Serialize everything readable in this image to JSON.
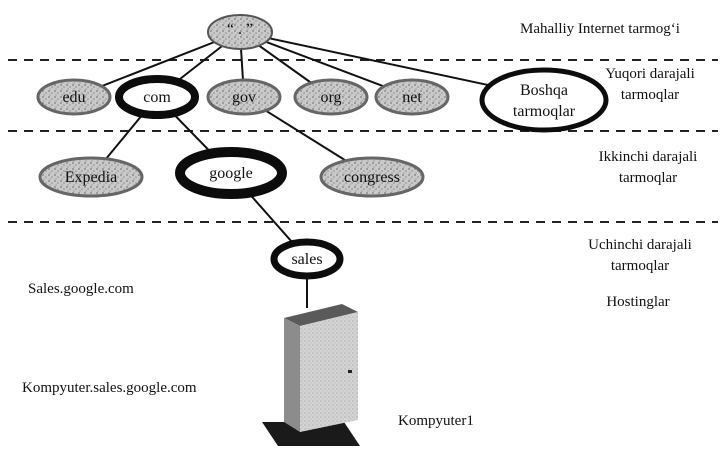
{
  "root": {
    "label": "“ . ”"
  },
  "levels": {
    "local": "Mahalliy Internet tarmog‘i",
    "top": [
      "Yuqori darajali",
      "tarmoqlar"
    ],
    "second": [
      "Ikkinchi darajali",
      "tarmoqlar"
    ],
    "third": [
      "Uchinchi darajali",
      "tarmoqlar"
    ],
    "hosts": "Hostinglar"
  },
  "top_domains": [
    {
      "label": "edu"
    },
    {
      "label": "com"
    },
    {
      "label": "gov"
    },
    {
      "label": "org"
    },
    {
      "label": "net"
    },
    {
      "label": [
        "Boshqa",
        "tarmoqlar"
      ]
    }
  ],
  "second_domains": [
    {
      "label": "Expedia"
    },
    {
      "label": "google"
    },
    {
      "label": "congress"
    }
  ],
  "third_domain": {
    "label": "sales"
  },
  "annotations": {
    "subdomain": "Sales.google.com",
    "host_fqdn": "Kompyuter.sales.google.com",
    "computer": "Kompyuter1"
  },
  "colors": {
    "line": "#111111",
    "dashed": "#222222",
    "speckle_fill": "#bdbdbd",
    "dark_ring": "#0c0c0c",
    "server_front": "#d2d2d2",
    "server_side": "#9a9a9a",
    "server_base": "#1a1a1a"
  }
}
